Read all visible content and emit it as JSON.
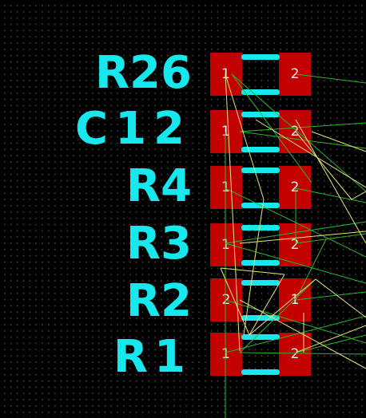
{
  "designators": {
    "r26": "R26",
    "c12": "C12",
    "r4": "R4",
    "r3": "R3",
    "r2": "R2",
    "r1": "R1"
  },
  "components": [
    {
      "id": "r26",
      "left_pad": "1",
      "right_pad": "2"
    },
    {
      "id": "c12",
      "left_pad": "1",
      "right_pad": "2"
    },
    {
      "id": "r4",
      "left_pad": "1",
      "right_pad": "2"
    },
    {
      "id": "r3",
      "left_pad": "1",
      "right_pad": "2"
    },
    {
      "id": "r2",
      "left_pad": "2",
      "right_pad": "1"
    },
    {
      "id": "r1",
      "left_pad": "1",
      "right_pad": "2"
    }
  ],
  "colors": {
    "background": "#000000",
    "grid_dot": "#3a3a3a",
    "silkscreen": "#16e8ee",
    "pad": "#c30000",
    "pad_label": "#f4f4f4",
    "connection_green": "#2fb52f",
    "connection_yellow": "#e6e67a"
  }
}
